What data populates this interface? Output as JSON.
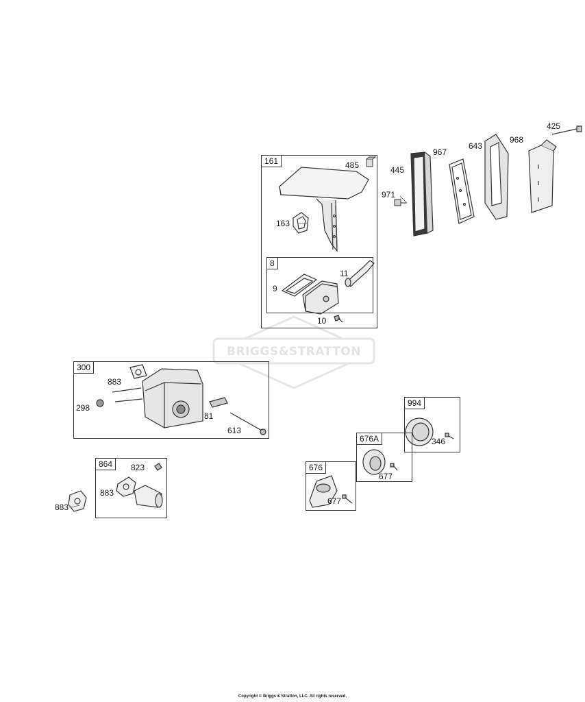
{
  "watermark": {
    "text": "BRIGGS&STRATTON"
  },
  "groups": {
    "g161": "161",
    "g8": "8",
    "g300": "300",
    "g864": "864",
    "g994": "994",
    "g676a": "676A",
    "g676": "676"
  },
  "parts": {
    "p425": "425",
    "p968": "968",
    "p643": "643",
    "p967": "967",
    "p445": "445",
    "p485": "485",
    "p971": "971",
    "p163": "163",
    "p11": "11",
    "p9": "9",
    "p10": "10",
    "p883a": "883",
    "p298": "298",
    "p81": "81",
    "p613": "613",
    "p823": "823",
    "p883b": "883",
    "p883c": "883",
    "p346": "346",
    "p677a": "677",
    "p677b": "677"
  },
  "footer": {
    "copyright": "Copyright © Briggs & Stratton, LLC. All rights reserved."
  }
}
